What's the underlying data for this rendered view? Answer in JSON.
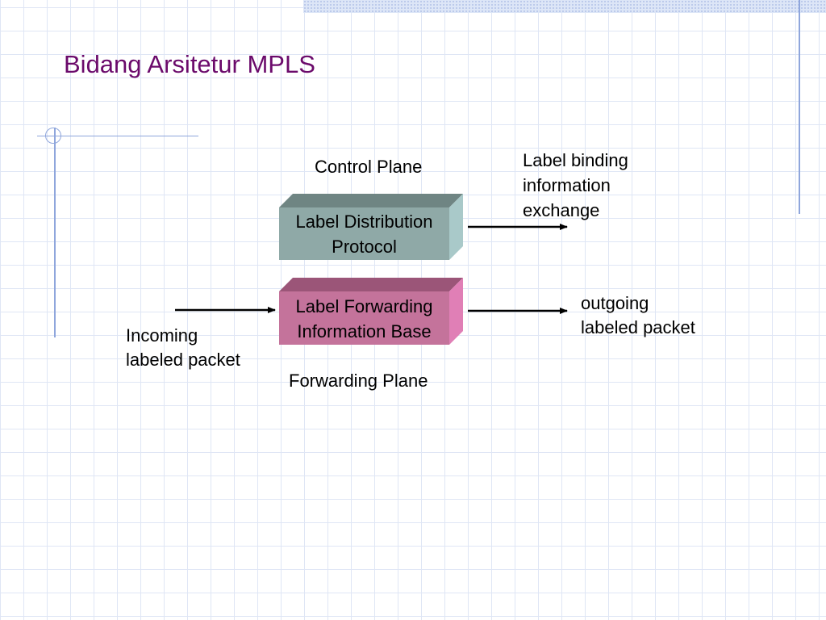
{
  "slide": {
    "title": "Bidang Arsitetur MPLS"
  },
  "diagram": {
    "control_plane_label": "Control Plane",
    "forwarding_plane_label": "Forwarding Plane",
    "ldp_box": {
      "lines": [
        "Label Distribution",
        "Protocol"
      ],
      "front_color": "#8fa9a7",
      "top_color": "#6f8583",
      "side_color": "#a9c9c9"
    },
    "lfib_box": {
      "lines": [
        "Label Forwarding",
        "Information Base"
      ],
      "front_color": "#c4739b",
      "top_color": "#9b5578",
      "side_color": "#e07fb6"
    },
    "label_binding": {
      "lines": [
        "Label binding",
        "information",
        "exchange"
      ]
    },
    "outgoing": {
      "lines": [
        "outgoing",
        "labeled packet"
      ]
    },
    "incoming": {
      "lines": [
        "Incoming",
        "labeled packet"
      ]
    }
  }
}
